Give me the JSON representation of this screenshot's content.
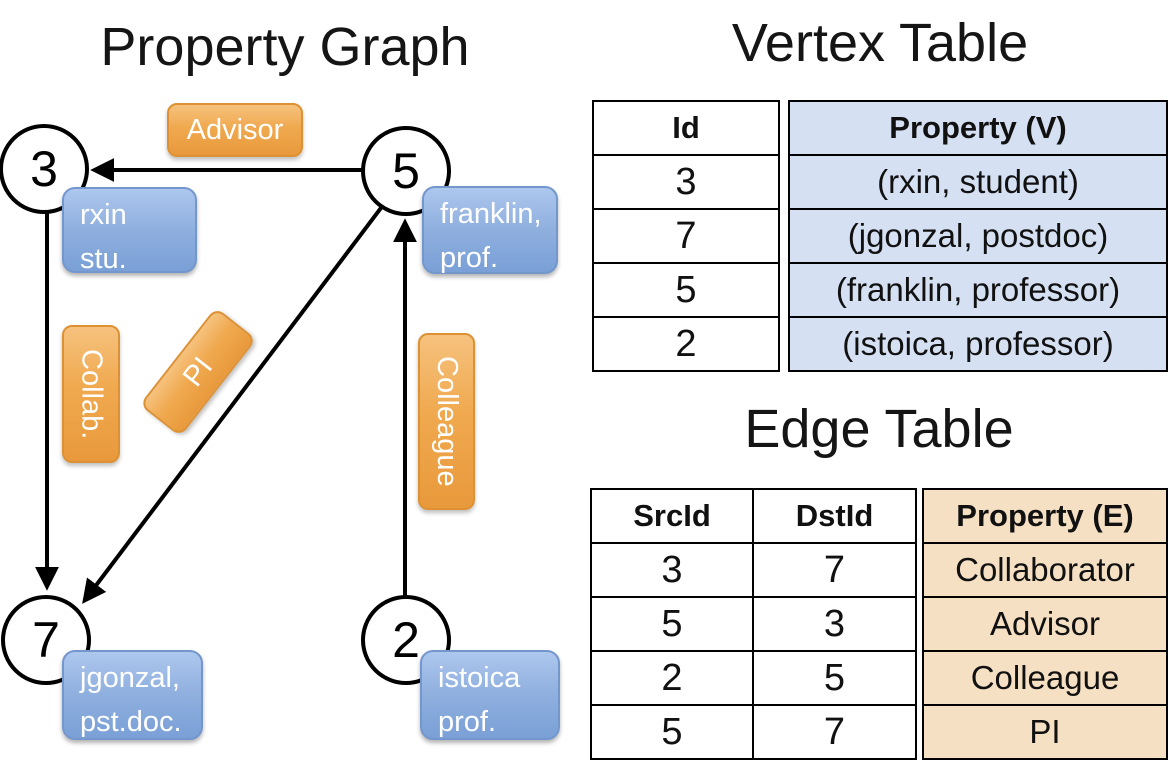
{
  "graph": {
    "title": "Property Graph",
    "nodes": {
      "n3": "3",
      "n5": "5",
      "n7": "7",
      "n2": "2"
    },
    "edge_labels": {
      "advisor": "Advisor",
      "collab": "Collab.",
      "pi": "PI",
      "colleague": "Colleague"
    },
    "vertex_labels": {
      "rxin": {
        "line1": "rxin",
        "line2": "stu."
      },
      "franklin": {
        "line1": "franklin,",
        "line2": "prof."
      },
      "jgonzal": {
        "line1": "jgonzal,",
        "line2": "pst.doc."
      },
      "istoica": {
        "line1": "istoica",
        "line2": "prof."
      }
    }
  },
  "vertex_table": {
    "title": "Vertex Table",
    "headers": {
      "id": "Id",
      "property": "Property (V)"
    },
    "rows": [
      {
        "id": "3",
        "property": "(rxin, student)"
      },
      {
        "id": "7",
        "property": "(jgonzal, postdoc)"
      },
      {
        "id": "5",
        "property": "(franklin, professor)"
      },
      {
        "id": "2",
        "property": "(istoica, professor)"
      }
    ]
  },
  "edge_table": {
    "title": "Edge Table",
    "headers": {
      "src": "SrcId",
      "dst": "DstId",
      "property": "Property (E)"
    },
    "rows": [
      {
        "src": "3",
        "dst": "7",
        "property": "Collaborator"
      },
      {
        "src": "5",
        "dst": "3",
        "property": "Advisor"
      },
      {
        "src": "2",
        "dst": "5",
        "property": "Colleague"
      },
      {
        "src": "5",
        "dst": "7",
        "property": "PI"
      }
    ]
  },
  "colors": {
    "edge_label_fill": "#F0A94F",
    "edge_label_border": "#DC9134",
    "vertex_label_fill": "#8FAFDE",
    "vertex_label_border": "#7396CC",
    "vertex_table_fill": "#D5E0F3",
    "edge_table_fill": "#F6E0C3",
    "line_color": "#000000"
  }
}
